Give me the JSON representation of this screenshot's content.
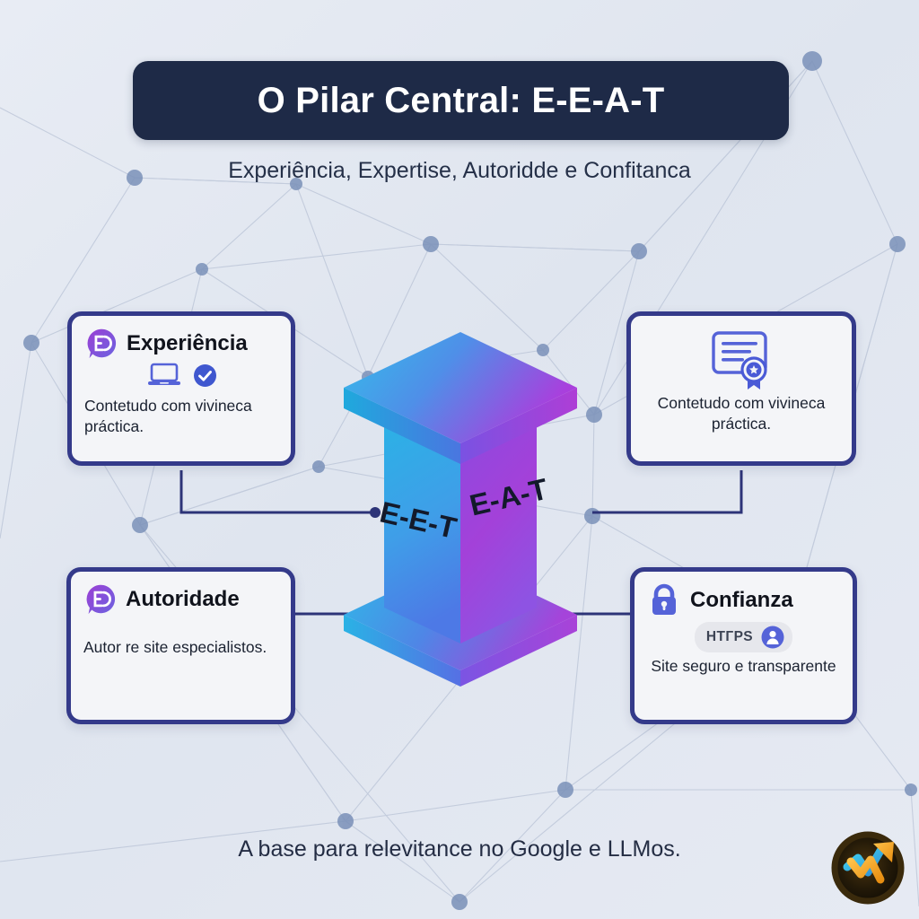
{
  "header": {
    "title": "O Pilar Central: E-E-A-T",
    "subtitle": "Experiência, Expertise, Autoridde e Confitanca",
    "title_bg": "#1e2a47"
  },
  "pillar": {
    "face_left_label": "E-E-T",
    "face_right_label": "E-A-T",
    "gradient_start": "#29b6e8",
    "gradient_end": "#a23fd8"
  },
  "cards": [
    {
      "id": "experiencia",
      "title": "Experiência",
      "icon": "speech-bubble-e-icon",
      "secondary_icons": [
        "laptop-icon",
        "check-circle-icon"
      ],
      "body": "Contetudo com vivineca práctica.",
      "align": "left"
    },
    {
      "id": "expertise",
      "title": "",
      "icon": "certificate-icon",
      "secondary_icons": [],
      "body": "Contetudo com vivineca práctica.",
      "align": "center"
    },
    {
      "id": "autoridade",
      "title": "Autoridade",
      "icon": "speech-bubble-e-icon",
      "secondary_icons": [],
      "body": "Autor re site especialistos.",
      "align": "left"
    },
    {
      "id": "confianza",
      "title": "Confianza",
      "icon": "lock-icon",
      "secondary_icons": [
        "person-circle-icon"
      ],
      "badge": "HTГPS",
      "body": "Site seguro e transparente",
      "align": "center"
    }
  ],
  "footer": {
    "text": "A base para relevitance no Google e LLMos.",
    "logo": "brand-arrow-logo"
  },
  "theme": {
    "background": "#e3e8f1",
    "card_border": "#343a8a",
    "card_bg": "#f4f5f8",
    "connector": "#2d3478",
    "node": "#7a90b8",
    "icon_blue": "#5563d8",
    "text_dark": "#10131c"
  }
}
